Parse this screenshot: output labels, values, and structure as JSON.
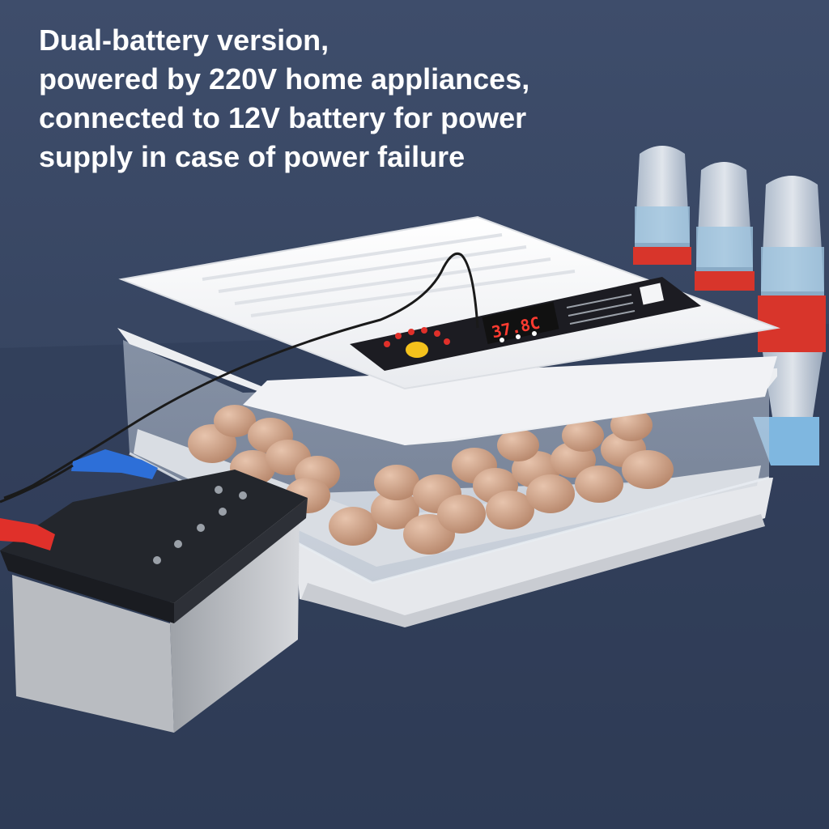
{
  "headline": {
    "lines": [
      "Dual-battery version,",
      "powered by 220V home appliances,",
      "connected to 12V battery for power",
      "supply in case of power failure"
    ]
  },
  "display": {
    "temperature_readout": "37.8C"
  },
  "colors": {
    "background_top": "#3b4a66",
    "background_bottom": "#2f3d57",
    "incubator_white": "#f4f5f7",
    "control_panel": "#1c1c22",
    "display_red": "#ff3b30",
    "egg_brown": "#c99c80",
    "clip_red": "#e0302a",
    "clip_blue": "#2d6fd8",
    "bottle_band_red": "#d8352b",
    "battery_gray": "#b9bcc1"
  }
}
